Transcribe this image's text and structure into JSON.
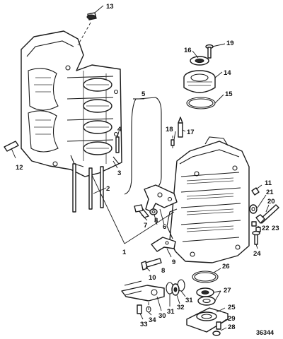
{
  "figure_number": "36344",
  "callouts": [
    "1",
    "2",
    "3",
    "4",
    "5",
    "6",
    "7",
    "8",
    "9",
    "10",
    "11",
    "12",
    "13",
    "14",
    "15",
    "16",
    "17",
    "18",
    "19",
    "20",
    "21",
    "22",
    "23",
    "24",
    "25",
    "26",
    "27",
    "28",
    "29",
    "30",
    "31",
    "32",
    "33",
    "34"
  ],
  "colors": {
    "ink": "#1a1a1a",
    "paper": "#ffffff"
  }
}
